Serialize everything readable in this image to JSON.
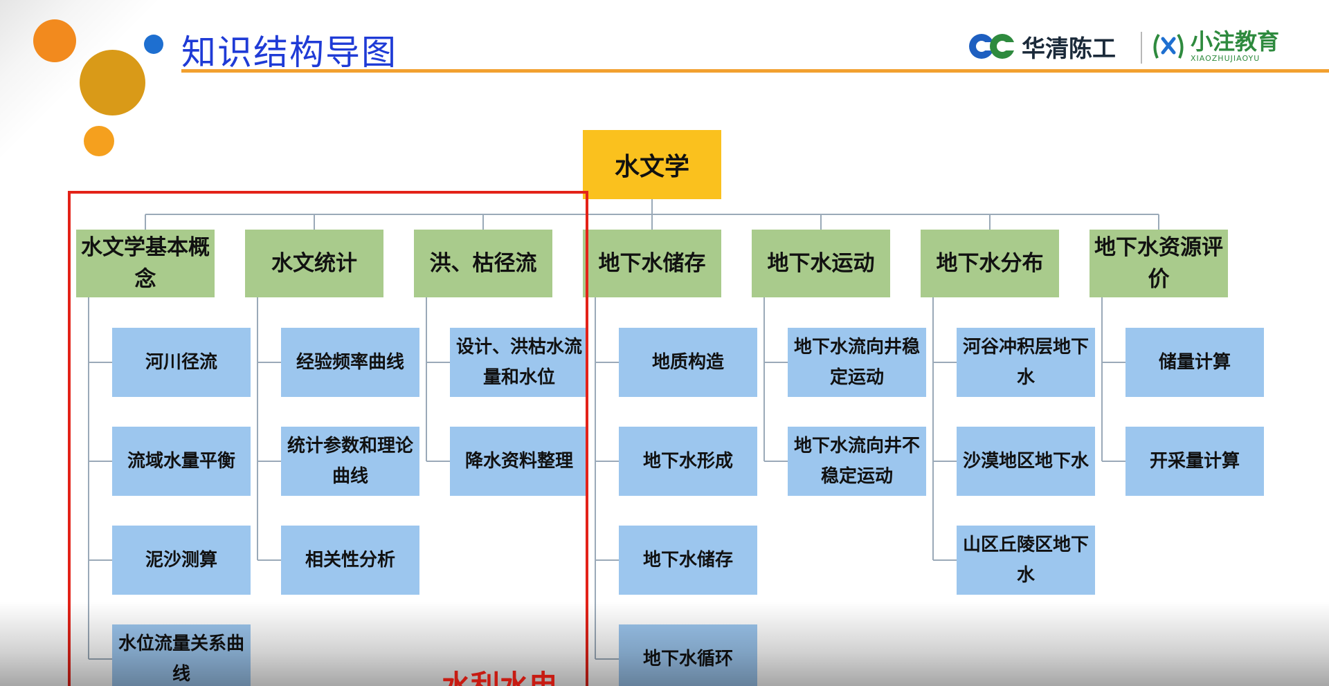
{
  "header": {
    "title": "知识结构导图",
    "logo_primary": "华清陈工",
    "logo_secondary": "小注教育",
    "logo_secondary_sub": "XIAOZHUJIAOYU"
  },
  "chart": {
    "root": "水文学",
    "categories": [
      {
        "label": "水文学基本概念",
        "children": [
          "河川径流",
          "流域水量平衡",
          "泥沙测算",
          "水位流量关系曲线"
        ]
      },
      {
        "label": "水文统计",
        "children": [
          "经验频率曲线",
          "统计参数和理论曲线",
          "相关性分析"
        ]
      },
      {
        "label": "洪、枯径流",
        "children": [
          "设计、洪枯水流量和水位",
          "降水资料整理"
        ]
      },
      {
        "label": "地下水储存",
        "children": [
          "地质构造",
          "地下水形成",
          "地下水储存",
          "地下水循环"
        ]
      },
      {
        "label": "地下水运动",
        "children": [
          "地下水流向井稳定运动",
          "地下水流向井不稳定运动"
        ]
      },
      {
        "label": "地下水分布",
        "children": [
          "河谷冲积层地下水",
          "沙漠地区地下水",
          "山区丘陵区地下水"
        ]
      },
      {
        "label": "地下水资源评价",
        "children": [
          "储量计算",
          "开采量计算"
        ]
      }
    ]
  },
  "overlay": {
    "text": "水利水电"
  },
  "colors": {
    "root": "#fac11e",
    "category": "#a9cb8c",
    "leaf": "#9cc6ee",
    "highlight": "#e32218",
    "title": "#1f3bd6",
    "rule": "#f2a030"
  }
}
